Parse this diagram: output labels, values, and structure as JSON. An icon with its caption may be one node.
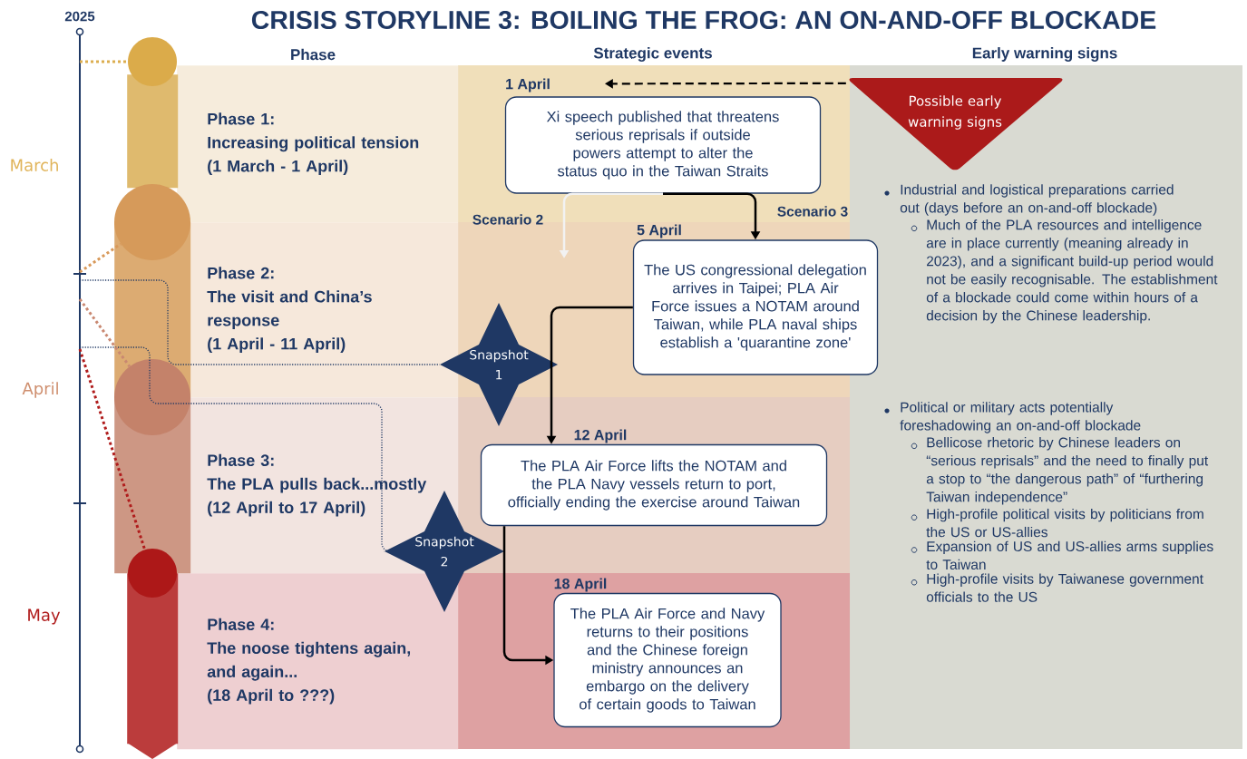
{
  "diagram": {
    "title": "CRISIS STORYLINE 3: BOILING THE FROG: AN ON-AND-OFF BLOCKADE",
    "nodes": [
      {
        "text": [
          "Phase 1:",
          "Increasing political tension",
          "(1 March - 1 April)"
        ]
      },
      {
        "text": [
          "Phase 2:",
          "The visit and China’s response",
          "(1 April - 11 April)"
        ]
      },
      {
        "text": [
          "Phase 3:",
          "The PLA pulls back...mostly",
          "(12 April to 17 April)"
        ]
      },
      {
        "text": [
          "Phase 4:",
          "The noose tightens again, and again...",
          "(18 April to ???)"
        ]
      },
      {
        "text": [
          "Xi speech published that threatens serious reprisals if outside powers attempt to alter the status quo in the Taiwan Straits"
        ],
        "beside": [
          "1 April"
        ]
      },
      {
        "text": [
          "The US congressional delegation arrives in Taipei; PLA Air Force issues a NOTAM around Taiwan, while PLA naval ships establish a 'quarantine zone'"
        ],
        "beside": [
          "5 April"
        ]
      },
      {
        "text": [
          "The PLA Air Force lifts the NOTAM and the PLA Navy vessels return to port, officially ending the exercise around Taiwan"
        ],
        "beside": [
          "12 April"
        ]
      },
      {
        "text": [
          "The PLA Air Force and Navy returns to their positions and the Chinese foreign ministry announces an embargo on the delivery of certain goods to Taiwan"
        ],
        "beside": [
          "18 April"
        ]
      },
      {
        "text": [
          "Snapshot 1"
        ]
      },
      {
        "text": [
          "Snapshot 2"
        ]
      },
      {
        "text": [
          "Possible early warning signs"
        ]
      },
      {
        "text": [],
        "shape": "bar"
      },
      {
        "text": [],
        "shape": "bar"
      },
      {
        "text": [],
        "shape": "bar"
      },
      {
        "text": [],
        "shape": "bar"
      },
      {
        "text": [],
        "shape": "circle"
      },
      {
        "text": [],
        "shape": "circle"
      },
      {
        "text": [],
        "shape": "circle"
      },
      {
        "text": [],
        "shape": "circle"
      }
    ],
    "edges": [
      {
        "from": 10,
        "to": 4,
        "arrow": "to",
        "style": "dashed"
      },
      {
        "from": 4,
        "to": 5,
        "arrow": "to",
        "label": "Scenario 3"
      },
      {
        "from": 4,
        "to": null,
        "arrow": "to",
        "label": "Scenario 2",
        "color": "#f2f2f2"
      },
      {
        "from": 5,
        "to": 6,
        "arrow": "to"
      },
      {
        "from": 6,
        "to": 7,
        "arrow": "to"
      },
      {
        "from": null,
        "to": 8,
        "arrow": "none",
        "style": "dashed",
        "color": "#1f3864"
      },
      {
        "from": null,
        "to": 9,
        "arrow": "none",
        "style": "dashed",
        "color": "#1f3864"
      },
      {
        "from": null,
        "to": 15,
        "arrow": "none",
        "style": "dashed",
        "color": "#dcae50"
      },
      {
        "from": null,
        "to": 16,
        "arrow": "none",
        "style": "dashed",
        "color": "#d8995a"
      },
      {
        "from": null,
        "to": 17,
        "arrow": "none",
        "style": "dashed",
        "color": "#c98871"
      },
      {
        "from": null,
        "to": 18,
        "arrow": "none",
        "style": "dashed",
        "color": "#b01c1c"
      }
    ],
    "labels": [
      "2025",
      "Phase",
      "Strategic events",
      "Early warning signs",
      "March",
      "April",
      "May",
      "Industrial and logistical preparations carried out (days before an on-and-off blockade)",
      "Much of the PLA resources and intelligence are in place currently (meaning already in 2023), and a significant build-up period would not be easily recognisable. The establishment of a blockade could come within hours of a decision by the Chinese leadership.",
      "Political or military acts potentially foreshadowing an on-and-off blockade",
      "Bellicose rhetoric by Chinese leaders on “serious reprisals” and the need to finally put a stop to “the dangerous path” of “furthering Taiwan independence”",
      "High-profile political visits by politicians from the US or US-allies",
      "Expansion of US and US-allies arms supplies to Taiwan",
      "High-profile visits by Taiwanese government officials to the US"
    ]
  }
}
